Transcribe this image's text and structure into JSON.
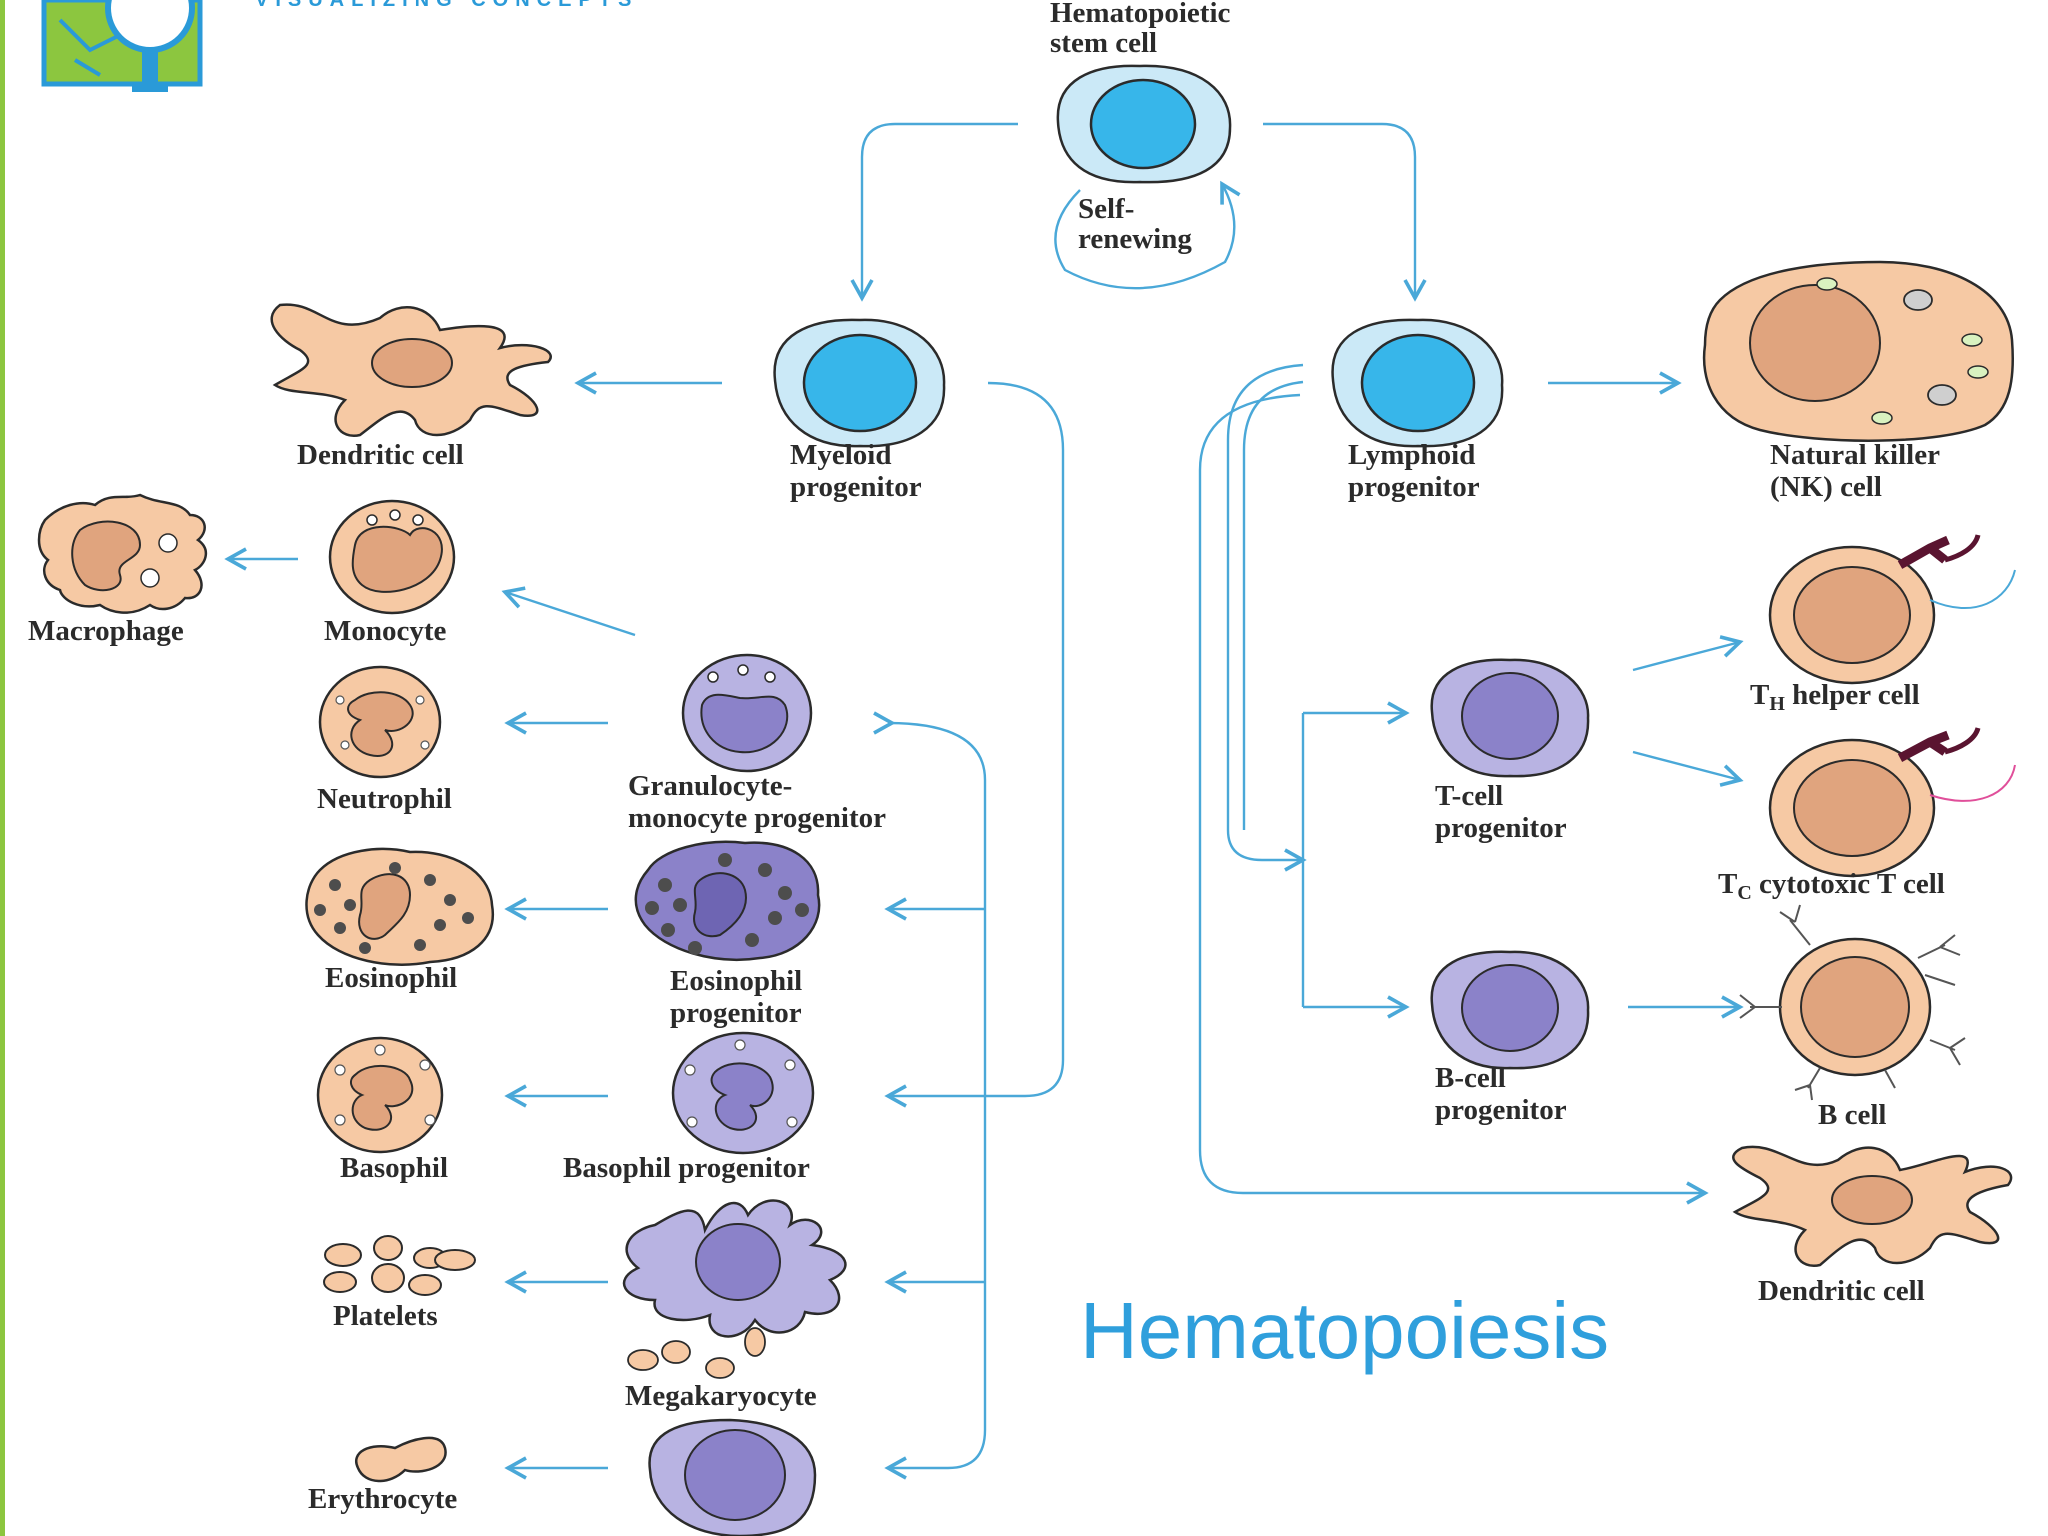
{
  "header": {
    "banner": "VISUALIZING CONCEPTS"
  },
  "caption": "Hematopoiesis",
  "colors": {
    "arrow": "#4aa8d8",
    "left_bar": "#8cc63f",
    "stem_blue": "#37b6ea",
    "progenitor_purple": "#8b82c9",
    "mature_orange": "#f6c9a4",
    "caption_blue": "#2f9fdc"
  },
  "icons": {
    "logo": "visualizing-concepts-logo-icon"
  },
  "cells": {
    "stem": {
      "line1": "Hematopoietic",
      "line2": "stem cell"
    },
    "self_renewing": {
      "line1": "Self-",
      "line2": "renewing"
    },
    "myeloid": {
      "line1": "Myeloid",
      "line2": "progenitor"
    },
    "lymphoid": {
      "line1": "Lymphoid",
      "line2": "progenitor"
    },
    "dendritic_left": "Dendritic cell",
    "macrophage": "Macrophage",
    "monocyte": "Monocyte",
    "neutrophil": "Neutrophil",
    "eosinophil": "Eosinophil",
    "basophil": "Basophil",
    "platelets": "Platelets",
    "erythrocyte": "Erythrocyte",
    "gm_progenitor": {
      "line1": "Granulocyte-",
      "line2": "monocyte progenitor"
    },
    "eos_progenitor": {
      "line1": "Eosinophil",
      "line2": "progenitor"
    },
    "baso_progenitor": "Basophil progenitor",
    "megakaryocyte": "Megakaryocyte",
    "nk": {
      "line1": "Natural killer",
      "line2": "(NK) cell"
    },
    "th": {
      "prefix": "T",
      "sub": "H",
      "rest": " helper cell"
    },
    "tc": {
      "prefix": "T",
      "sub": "C",
      "rest": " cytotoxic T cell"
    },
    "tcell_prog": {
      "line1": "T-cell",
      "line2": "progenitor"
    },
    "bcell_prog": {
      "line1": "B-cell",
      "line2": "progenitor"
    },
    "bcell": "B cell",
    "dendritic_right": "Dendritic cell"
  }
}
